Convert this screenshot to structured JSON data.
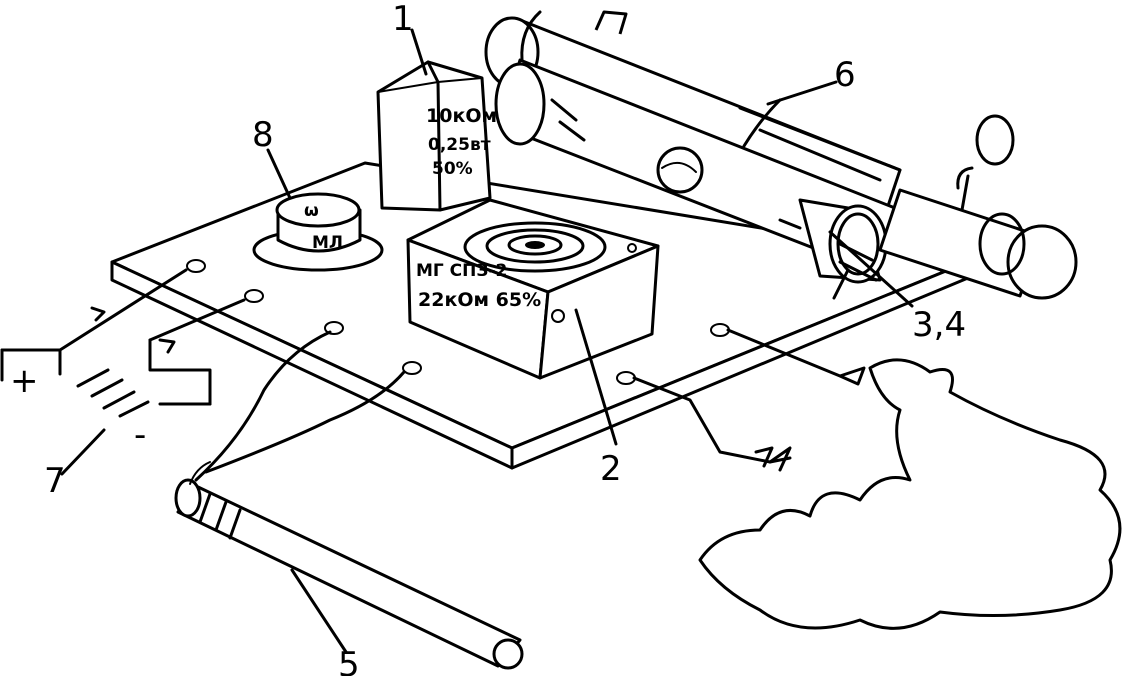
{
  "labels": {
    "n1": "1",
    "n2": "2",
    "n34": "3,4",
    "n5": "5",
    "n6": "6",
    "n7": "7",
    "n8": "8"
  },
  "resistor": {
    "line1": "10кОм",
    "line2": "0,25вт",
    "line3": "50%"
  },
  "transformer": {
    "line1": "МГ СПЗ-2",
    "line2": "22кОм 65%"
  },
  "knob": {
    "text": "МЛ"
  },
  "battery": {
    "plus": "+",
    "minus": "-"
  }
}
